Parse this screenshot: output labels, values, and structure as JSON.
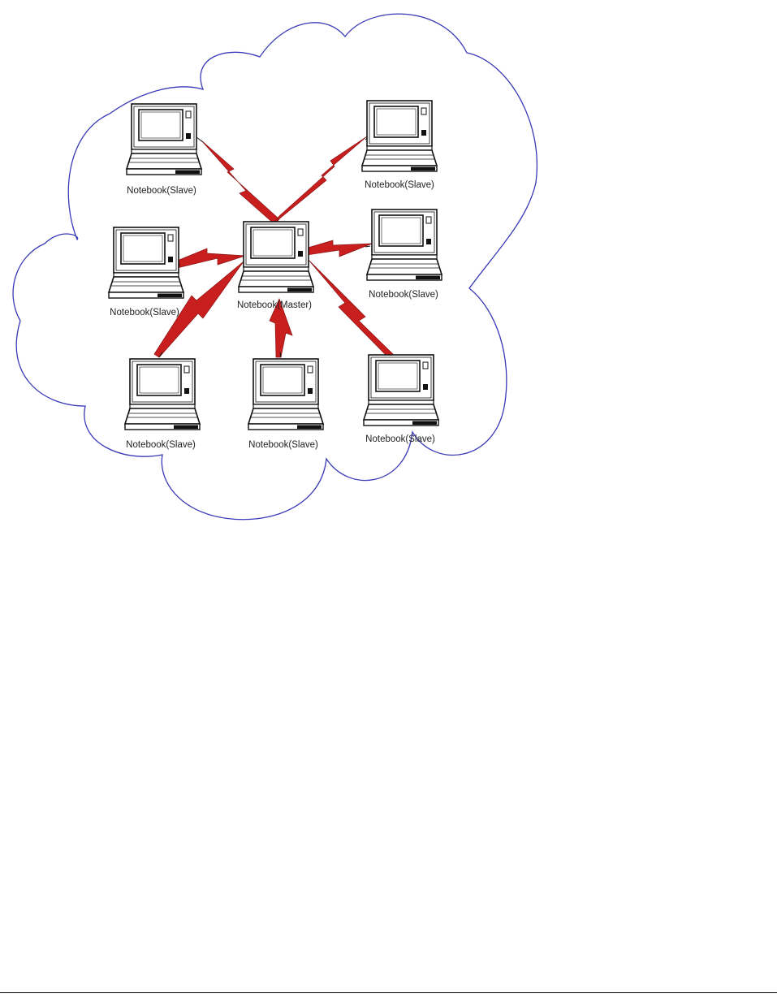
{
  "diagram": {
    "master": {
      "id": "master",
      "label": "Notebook(Master)"
    },
    "slaves": [
      {
        "id": "slave-top-left",
        "label": "Notebook(Slave)"
      },
      {
        "id": "slave-top-right",
        "label": "Notebook(Slave)"
      },
      {
        "id": "slave-mid-left",
        "label": "Notebook(Slave)"
      },
      {
        "id": "slave-mid-right",
        "label": "Notebook(Slave)"
      },
      {
        "id": "slave-bottom-left",
        "label": "Notebook(Slave)"
      },
      {
        "id": "slave-bottom-center",
        "label": "Notebook(Slave)"
      },
      {
        "id": "slave-bottom-right",
        "label": "Notebook(Slave)"
      }
    ],
    "links": [
      {
        "from": "master",
        "to": "slave-top-left"
      },
      {
        "from": "master",
        "to": "slave-top-right"
      },
      {
        "from": "master",
        "to": "slave-mid-left"
      },
      {
        "from": "master",
        "to": "slave-mid-right"
      },
      {
        "from": "master",
        "to": "slave-bottom-left"
      },
      {
        "from": "master",
        "to": "slave-bottom-center"
      },
      {
        "from": "master",
        "to": "slave-bottom-right"
      }
    ],
    "colors": {
      "cloud": "#3a3ab8",
      "link": "#c81e1e",
      "device": "#111111"
    }
  }
}
